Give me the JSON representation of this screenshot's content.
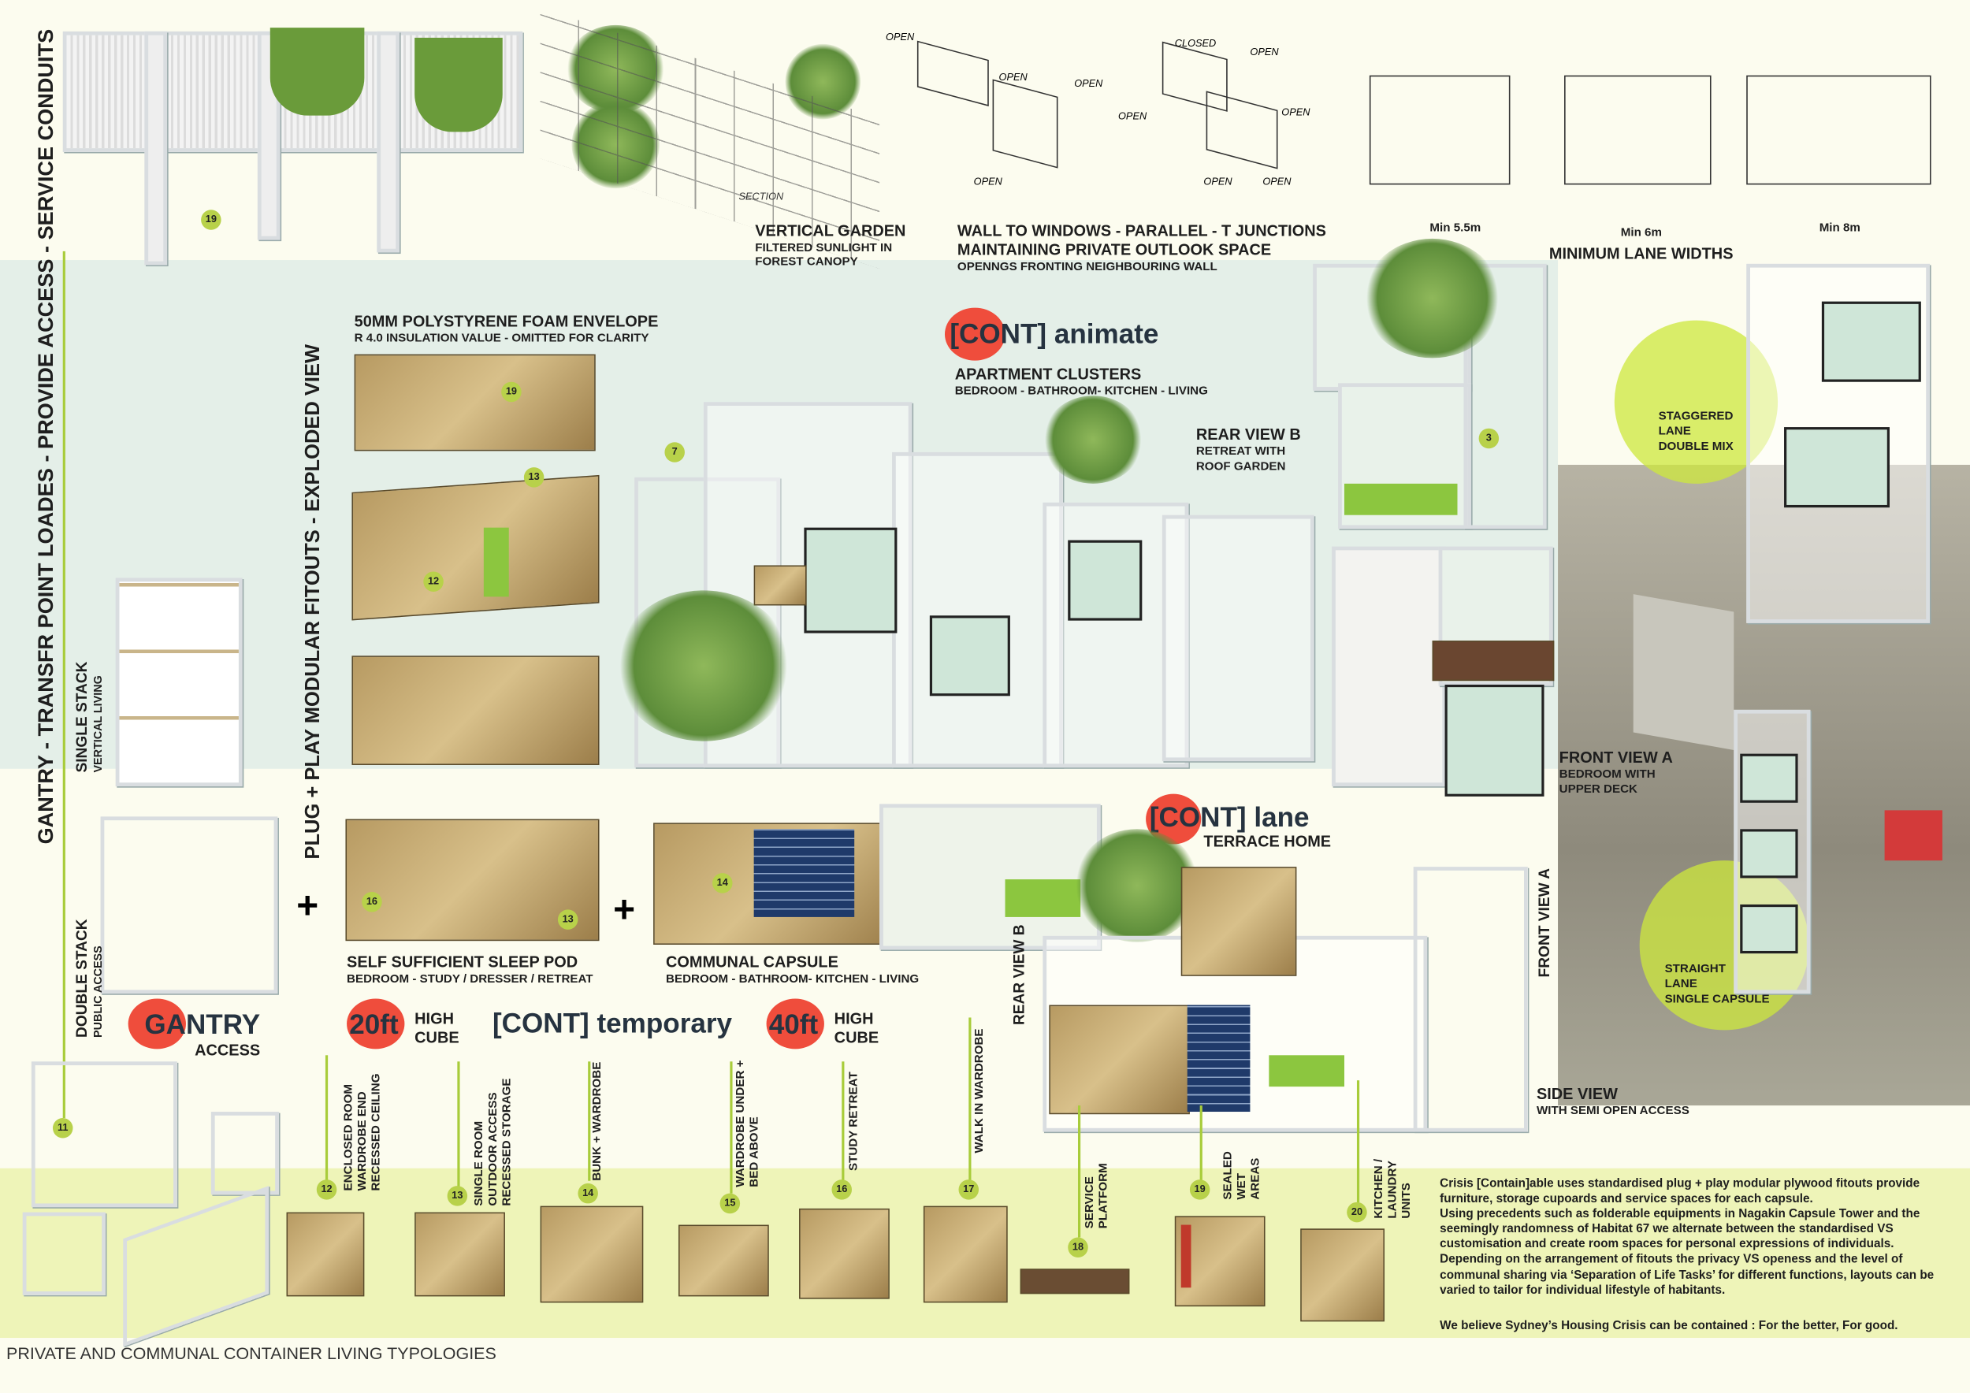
{
  "side_titles": {
    "gantry": "GANTRY  -  TRANSFR POINT LOADES  -  PROVIDE ACCESS  -  SERVICE CONDUITS",
    "plug_play": "PLUG + PLAY MODULAR FITOUTS - EXPLODED VIEW"
  },
  "stacks": {
    "single": {
      "title": "SINGLE STACK",
      "sub": "VERTICAL LIVING"
    },
    "double": {
      "title": "DOUBLE STACK",
      "sub": "PUBLIC ACCESS"
    }
  },
  "gantry_access": {
    "title": "GANTRY",
    "sub": "ACCESS"
  },
  "plus_sign": "+",
  "envelope": {
    "title": "50MM POLYSTYRENE FOAM ENVELOPE",
    "sub": "R 4.0 INSULATION VALUE - OMITTED FOR CLARITY"
  },
  "sleep_pod": {
    "title": "SELF SUFFICIENT SLEEP POD",
    "sub": "BEDROOM - STUDY / DRESSER / RETREAT"
  },
  "communal": {
    "title": "COMMUNAL CAPSULE",
    "sub": "BEDROOM - BATHROOM- KITCHEN - LIVING"
  },
  "container_20": {
    "size": "20ft",
    "line1": "HIGH",
    "line2": "CUBE"
  },
  "container_40": {
    "size": "40ft",
    "line1": "HIGH",
    "line2": "CUBE"
  },
  "temporary": "[CONT] temporary",
  "animate": {
    "title": "[CONT] animate",
    "sub_title": "APARTMENT CLUSTERS",
    "sub": "BEDROOM - BATHROOM- KITCHEN - LIVING"
  },
  "rear_view_b": {
    "title": "REAR VIEW B",
    "line1": "RETREAT WITH",
    "line2": "ROOF GARDEN"
  },
  "lane": {
    "title": "[CONT] lane",
    "sub": "TERRACE HOME"
  },
  "rear_view_b_vertical": "REAR VIEW B",
  "front_view_a_vertical": "FRONT VIEW A",
  "front_view_a": {
    "title": "FRONT VIEW A",
    "line1": "BEDROOM WITH",
    "line2": "UPPER DECK"
  },
  "side_view": {
    "title": "SIDE VIEW",
    "sub": "WITH SEMI OPEN ACCESS"
  },
  "staggered": {
    "line1": "STAGGERED",
    "line2": "LANE",
    "line3": "DOUBLE MIX"
  },
  "straight": {
    "line1": "STRAIGHT",
    "line2": "LANE",
    "line3": "SINGLE CAPSULE"
  },
  "vertical_garden": {
    "title": "VERTICAL GARDEN",
    "line1": "FILTERED SUNLIGHT IN",
    "line2": "FOREST CANOPY"
  },
  "section_label": "SECTION",
  "wall_windows": {
    "title": "WALL TO WINDOWS - PARALLEL - T JUNCTIONS",
    "line1": "MAINTAINING PRIVATE OUTLOOK SPACE",
    "line2": "OPENNGS FRONTING NEIGHBOURING WALL"
  },
  "sketch_labels": {
    "open": "OPEN",
    "closed": "CLOSED"
  },
  "lane_widths": {
    "title": "MINIMUM LANE WIDTHS",
    "widths": [
      "Min 5.5m",
      "Min 6m",
      "Min 8m"
    ]
  },
  "image_numbers": {
    "gantry_top": "19",
    "envelope": "19",
    "pod_a": "13",
    "pod_b": "12",
    "cluster": "7",
    "rear": "3",
    "sleep_a": "16",
    "sleep_b": "13",
    "communal": "14",
    "gantry_cube": "11"
  },
  "fitouts": [
    {
      "num": "12",
      "label": "ENCLOSED ROOM\nWARDROBE END\nRECESSED CEILING"
    },
    {
      "num": "13",
      "label": "SINGLE ROOM\nOUTDOOR ACCESS\nRECESSED STORAGE"
    },
    {
      "num": "14",
      "label": "BUNK + WARDROBE"
    },
    {
      "num": "15",
      "label": "WARDROBE UNDER +\nBED ABOVE"
    },
    {
      "num": "16",
      "label": "STUDY RETREAT"
    },
    {
      "num": "17",
      "label": "WALK IN WARDROBE"
    },
    {
      "num": "18",
      "label": "SERVICE\nPLATFORM"
    },
    {
      "num": "19",
      "label": "SEALED\nWET\nAREAS"
    },
    {
      "num": "20",
      "label": "KITCHEN /\nLAUNDRY\nUNITS"
    }
  ],
  "description": {
    "paragraph": "Crisis [Contain]able uses standardised plug + play modular plywood fitouts provide furniture, storage cupoards and service spaces for each capsule.\nUsing precedents such as folderable equipments in Nagakin Capsule Tower and the seemingly randomness of Habitat 67 we alternate between the standardised VS customisation and create room spaces for personal expressions of individuals. Depending on the arrangement of fitouts the privacy VS openess and the level of communal sharing via ‘Separation of Life Tasks’  for different functions, layouts can be varied to tailor for individual lifestyle of habitants.",
    "closing": "We believe Sydney’s Housing Crisis can be contained : For the better, For good."
  },
  "footer_title": "PRIVATE AND COMMUNAL CONTAINER LIVING TYPOLOGIES",
  "colors": {
    "accent_red": "#ef4d3c",
    "lime": "#b8d14a",
    "band_teal": "#e4efe8",
    "band_yellow": "#eef4b8"
  }
}
